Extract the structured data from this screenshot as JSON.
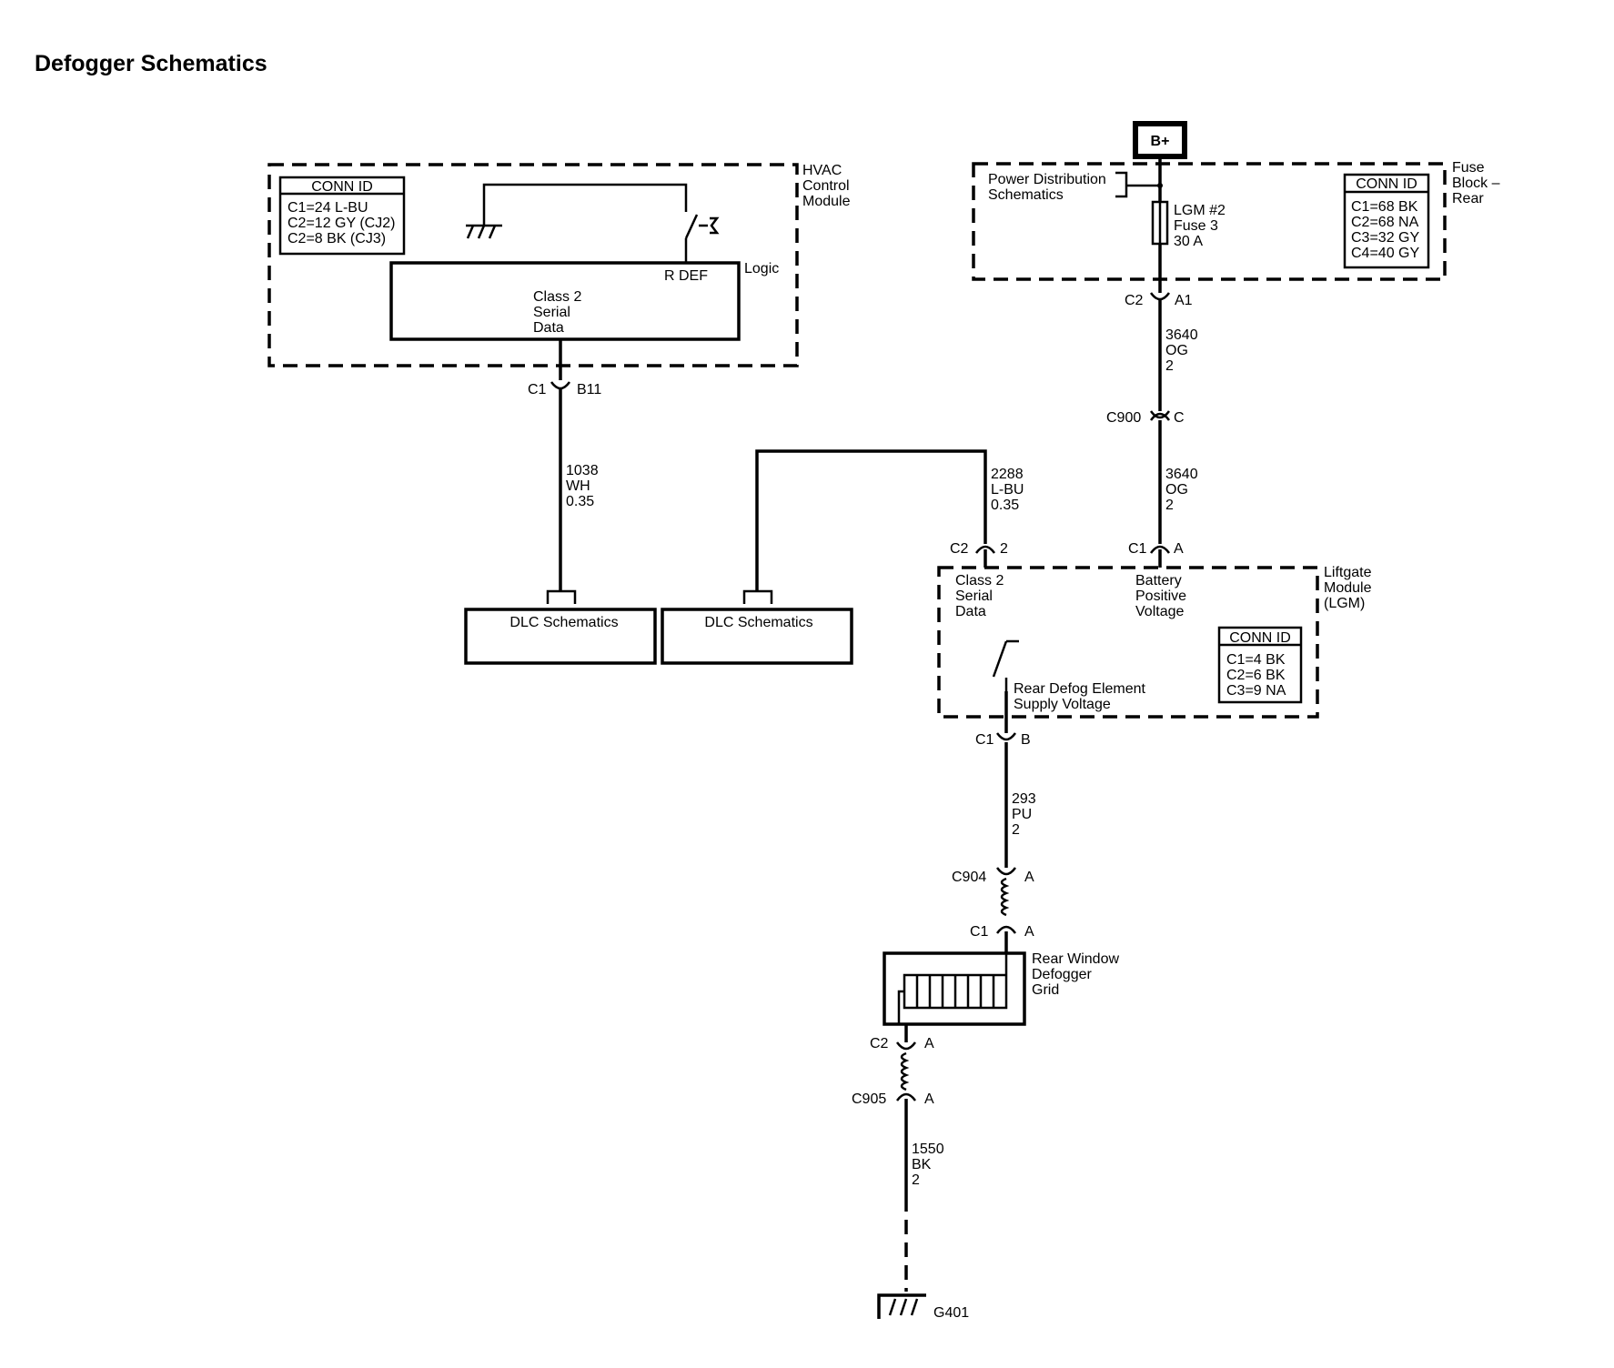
{
  "title": "Defogger Schematics",
  "hvac": {
    "name": [
      "HVAC",
      "Control",
      "Module"
    ],
    "conn_header": "CONN ID",
    "conn": [
      "C1=24 L-BU",
      "C2=12 GY (CJ2)",
      "C2=8 BK (CJ3)"
    ],
    "switch_label": "R DEF",
    "logic_label": "Logic",
    "data_label": [
      "Class 2",
      "Serial",
      "Data"
    ],
    "connector_left": "C1",
    "connector_right": "B11"
  },
  "wire_1038": [
    "1038",
    "WH",
    "0.35"
  ],
  "wire_2288": [
    "2288",
    "L-BU",
    "0.35"
  ],
  "dlc": [
    "DLC Schematics",
    "DLC Schematics"
  ],
  "bplus": "B+",
  "fuse_block": {
    "name": [
      "Fuse",
      "Block –",
      "Rear"
    ],
    "power_dist": [
      "Power Distribution",
      "Schematics"
    ],
    "fuse": [
      "LGM #2",
      "Fuse 3",
      "30 A"
    ],
    "conn_header": "CONN ID",
    "conn": [
      "C1=68 BK",
      "C2=68 NA",
      "C3=32 GY",
      "C4=40 GY"
    ],
    "connector_left": "C2",
    "connector_right": "A1"
  },
  "wire_3640_a": [
    "3640",
    "OG",
    "2"
  ],
  "c900": {
    "left": "C900",
    "right": "C"
  },
  "wire_3640_b": [
    "3640",
    "OG",
    "2"
  ],
  "lgm": {
    "name": [
      "Liftgate",
      "Module",
      "(LGM)"
    ],
    "c2_left": "C2",
    "c2_right": "2",
    "c1_left": "C1",
    "c1_right": "A",
    "data_label": [
      "Class 2",
      "Serial",
      "Data"
    ],
    "battery_label": [
      "Battery",
      "Positive",
      "Voltage"
    ],
    "conn_header": "CONN ID",
    "conn": [
      "C1=4 BK",
      "C2=6 BK",
      "C3=9 NA"
    ],
    "element_label": [
      "Rear Defog Element",
      "Supply Voltage"
    ],
    "out_left": "C1",
    "out_right": "B"
  },
  "wire_293": [
    "293",
    "PU",
    "2"
  ],
  "c904": {
    "left": "C904",
    "right": "A"
  },
  "grid": {
    "in_left": "C1",
    "in_right": "A",
    "name": [
      "Rear Window",
      "Defogger",
      "Grid"
    ],
    "out_left": "C2",
    "out_right": "A"
  },
  "c905": {
    "left": "C905",
    "right": "A"
  },
  "wire_1550": [
    "1550",
    "BK",
    "2"
  ],
  "ground": "G401"
}
